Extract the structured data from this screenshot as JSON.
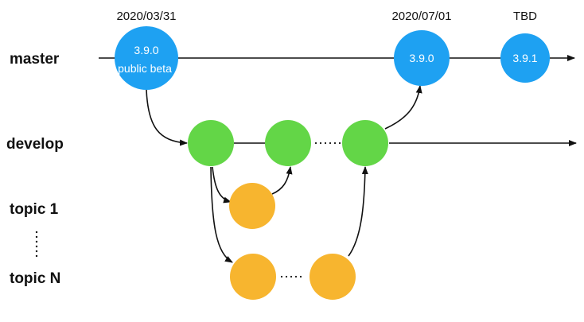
{
  "colors": {
    "master": "#1ea1f2",
    "develop": "#63d647",
    "topic": "#f7b52f",
    "line": "#111111"
  },
  "branches": {
    "master": "master",
    "develop": "develop",
    "topic1": "topic 1",
    "topicN": "topic N"
  },
  "releases": {
    "beta": {
      "date": "2020/03/31",
      "line1": "3.9.0",
      "line2": "public beta"
    },
    "r390": {
      "date": "2020/07/01",
      "label": "3.9.0"
    },
    "r391": {
      "date": "TBD",
      "label": "3.9.1"
    }
  }
}
